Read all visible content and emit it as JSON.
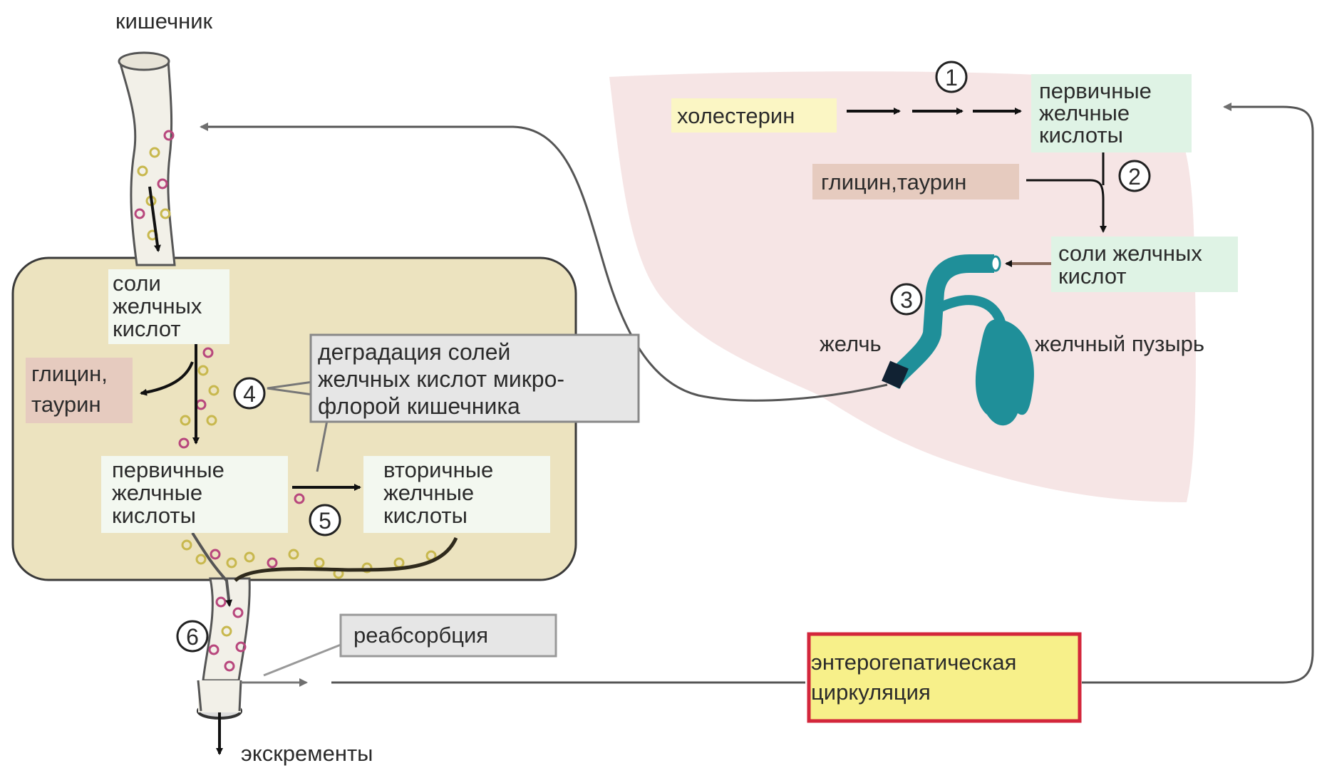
{
  "colors": {
    "liver": "#f5e1e1",
    "intestine": "#ece3bf",
    "highlight_yellow": "#fbf6c4",
    "highlight_green": "#dff3e5",
    "highlight_tan": "#e6cbbf",
    "gallbladder": "#1f8f99",
    "circulation_border": "#d3263b",
    "circulation_fill": "#f7f08a",
    "callout_fill": "#e6e6e6",
    "dot_yellow": "#c8b84e",
    "dot_pink": "#b8477d"
  },
  "labels": {
    "intestine_title": "кишечник",
    "cholesterol": "холестерин",
    "primary_bile_acids_liver": [
      "первичные",
      "желчные",
      "кислоты"
    ],
    "glycine_taurine_liver": "глицин,таурин",
    "bile_salts_liver": [
      "соли желчных",
      "кислот"
    ],
    "bile": "желчь",
    "gallbladder": "желчный пузырь",
    "bile_salts_intestine": [
      "соли",
      "желчных",
      "кислот"
    ],
    "glycine_taurine_intestine": [
      "глицин,",
      "таурин"
    ],
    "degradation_callout": [
      "деградация солей",
      "желчных кислот микро-",
      "флорой кишечника"
    ],
    "primary_bile_acids_intestine": [
      "первичные",
      "желчные",
      "кислоты"
    ],
    "secondary_bile_acids": [
      "вторичные",
      "желчные",
      "кислоты"
    ],
    "reabsorption": "реабсорбция",
    "enterohepatic_circulation": [
      "энтерогепатическая",
      "циркуляция"
    ],
    "feces": "экскременты"
  },
  "steps": [
    "1",
    "2",
    "3",
    "4",
    "5",
    "6"
  ]
}
